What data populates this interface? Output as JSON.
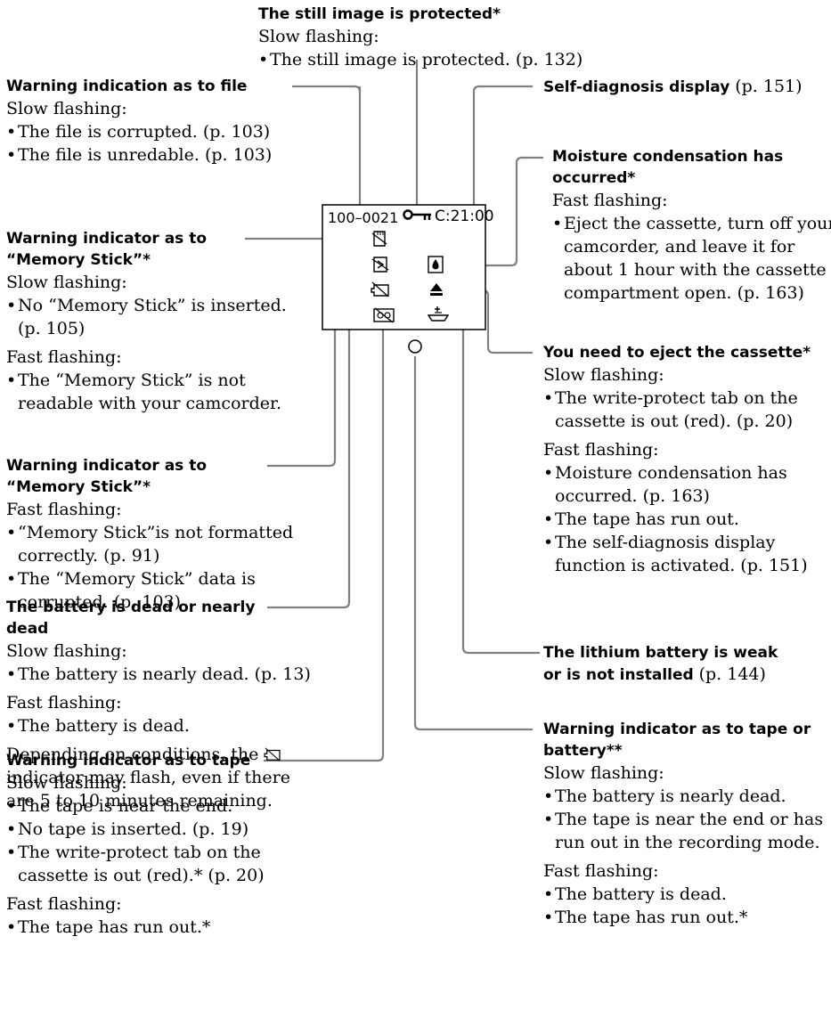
{
  "top": {
    "title": "The still image is protected*",
    "line1": "Slow flashing:",
    "line2": "The still image is protected. (p. 132)"
  },
  "file_warning": {
    "title": "Warning indication as to file",
    "line1": "Slow flashing:",
    "b1": "The file is corrupted. (p. 103)",
    "b2": "The file is unredable. (p. 103)"
  },
  "self_diag": {
    "title": "Self-diagnosis  display",
    "page": "(p. 151)"
  },
  "moisture": {
    "title1": "Moisture condensation has",
    "title2": "occurred*",
    "line1": "Fast flashing:",
    "b1_l1": "Eject the cassette, turn off your",
    "b1_l2": "camcorder, and leave it for",
    "b1_l3": "about 1 hour with the cassette",
    "b1_l4": "compartment open. (p. 163)"
  },
  "ms1": {
    "title1": "Warning indicator as to",
    "title2": "“Memory Stick”*",
    "slow": "Slow flashing:",
    "b1_l1": "No “Memory Stick” is inserted.",
    "b1_l2": "(p. 105)",
    "fast": "Fast flashing:",
    "b2_l1": "The “Memory Stick” is not",
    "b2_l2": "readable with your camcorder."
  },
  "ms2": {
    "title1": "Warning indicator as to",
    "title2": "“Memory Stick”*",
    "fast": "Fast flashing:",
    "b1_l1": "“Memory Stick”is not formatted",
    "b1_l2": "correctly. (p. 91)",
    "b2_l1": "The “Memory Stick” data is",
    "b2_l2": "corrupted. (p. 103)"
  },
  "eject": {
    "title": "You need to eject the cassette*",
    "slow": "Slow flashing:",
    "b1_l1": "The write-protect tab on the",
    "b1_l2": "cassette is out (red). (p. 20)",
    "fast": "Fast flashing:",
    "b2_l1": "Moisture condensation has",
    "b2_l2": "occurred. (p. 163)",
    "b3": "The tape has run out.",
    "b4_l1": "The self-diagnosis display",
    "b4_l2": "function is activated. (p. 151)"
  },
  "battery": {
    "title1": "The battery is dead or nearly",
    "title2": "dead",
    "slow": "Slow flashing:",
    "b1": "The battery is nearly dead. (p. 13)",
    "fast": "Fast flashing:",
    "b2": "The battery is dead.",
    "note_l1a": "Depending on conditions, the",
    "note_l2": "indicator may flash, even if there",
    "note_l3": "are 5 to 10 minutes remaining."
  },
  "lithium": {
    "title1": "The lithium battery is weak",
    "title2": "or is not installed",
    "page": "(p. 144)"
  },
  "tape_battery": {
    "title1": "Warning indicator as to tape or",
    "title2": "battery**",
    "slow": "Slow flashing:",
    "b1": "The battery is nearly dead.",
    "b2_l1": "The tape is near the end or has",
    "b2_l2": "run out in the recording mode.",
    "fast": "Fast flashing:",
    "b3": "The battery is dead.",
    "b4": "The tape has run out.*"
  },
  "tape": {
    "title": "Warning indicator as to tape",
    "slow": "Slow flashing:",
    "b1": "The tape is near the end.",
    "b2": "No tape is inserted. (p. 19)",
    "b3_l1": "The write-protect tab on the",
    "b3_l2": "cassette is out (red).* (p. 20)",
    "fast": "Fast flashing:",
    "b4": "The tape has run out.*"
  },
  "display": {
    "file_no": "100–0021",
    "key_icon": "key-icon",
    "counter": "C:21:00"
  },
  "icons": {
    "memory_stick": "memory-stick-warning-icon",
    "memory_stick_error": "memory-stick-error-icon",
    "moisture": "moisture-drop-icon",
    "battery": "battery-empty-icon",
    "eject": "eject-icon",
    "tape": "no-tape-icon",
    "lithium": "lithium-battery-icon",
    "lamp": "warning-lamp-icon",
    "line_color": "#808080"
  }
}
